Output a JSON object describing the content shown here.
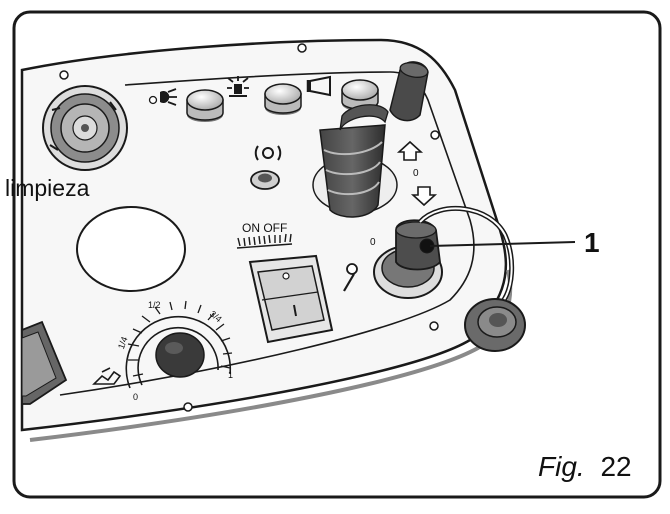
{
  "figure": {
    "caption_word": "Fig.",
    "caption_number": "22",
    "callout_label": "limpieza",
    "callout_number": "1",
    "switch_label": "ON OFF",
    "frac_half": "1/2",
    "frac_quarter": "1/4",
    "frac_three_quarter": "3/4",
    "dial_min": "0",
    "dial_max": "1",
    "key_off": "0"
  },
  "colors": {
    "line": "#1a1a1a",
    "panel_fill": "#f4f4f4",
    "shadow": "#8a8a8a",
    "dark_fill": "#3a3a3a"
  },
  "icons": [
    "washer-reel-icon",
    "work-light-icon",
    "beacon-icon",
    "horn-icon",
    "hazard-icon",
    "key-icon",
    "throttle-icon"
  ]
}
